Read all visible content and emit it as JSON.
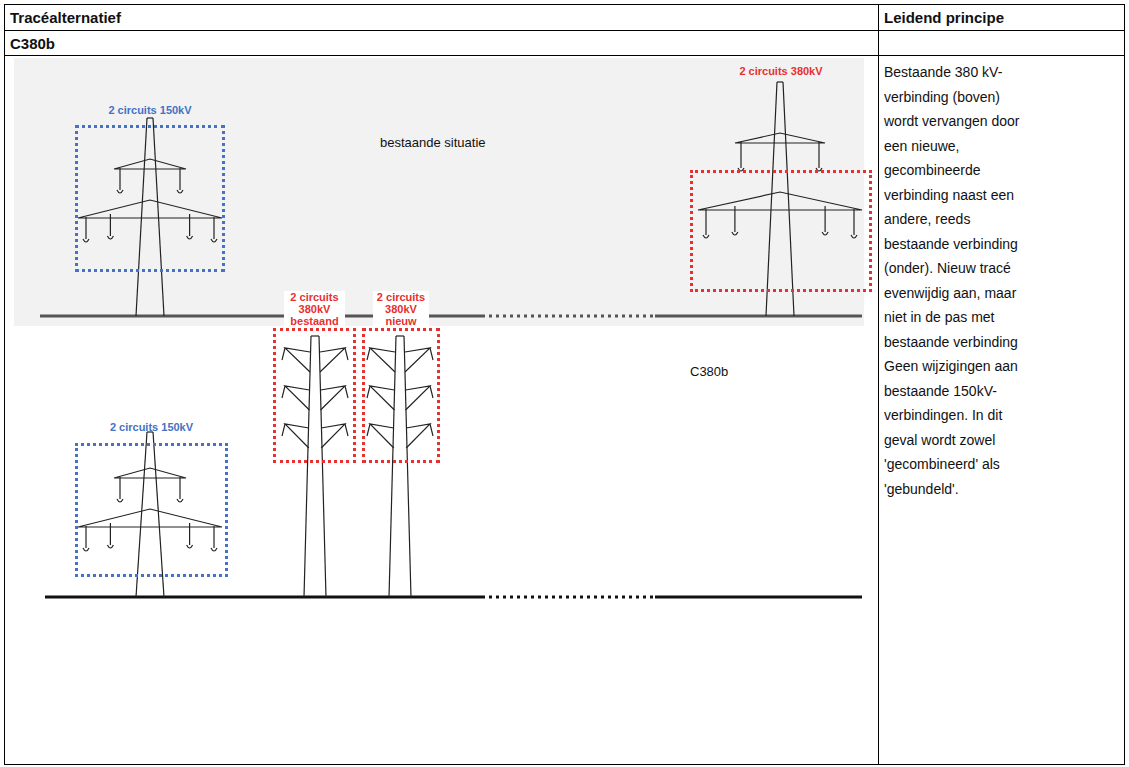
{
  "diagram": {
    "nodes": [
      {
        "text": [
          "2 circuits 150kV"
        ]
      },
      {
        "text": [
          "2 circuits 380kV"
        ]
      },
      {
        "text": [
          "2 circuits 150kV"
        ]
      },
      {
        "text": [
          "2 circuits 380kV bestaand"
        ]
      },
      {
        "text": [
          "2 circuits 380kV nieuw"
        ]
      }
    ],
    "labels": [
      "Tracéalternatief",
      "Leidend principe",
      "C380b",
      "bestaande situatie",
      "C380b",
      "Bestaande 380 kV-verbinding (boven) wordt vervangen door een nieuwe, gecombineerde verbinding naast een andere, reeds bestaande verbinding (onder). Nieuw tracé evenwijdig aan, maar niet in de pas met bestaande verbinding Geen wijzigingen aan bestaande 150kV-verbindingen. In dit geval wordt zowel 'gecombineerd' als 'gebundeld'."
    ]
  }
}
